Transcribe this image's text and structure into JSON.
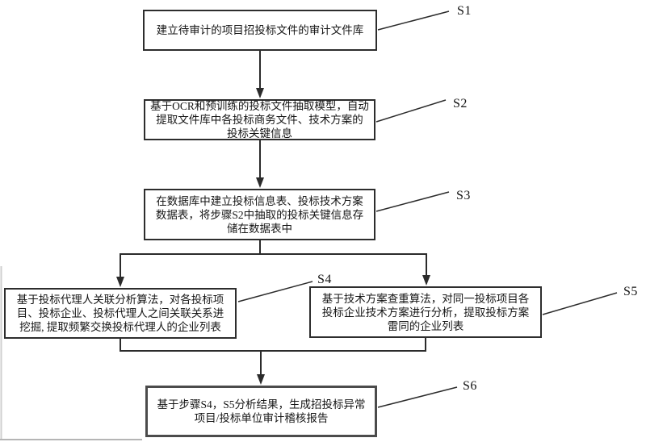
{
  "figure": {
    "background_color": "#ffffff",
    "line_color": "#2b2b2b",
    "text_color": "#161616",
    "frame_color": "#bdbdbd"
  },
  "steps": [
    {
      "label": "S1",
      "text": "建立待审计的项目招投标文件的审计文件库"
    },
    {
      "label": "S2",
      "text": "基于OCR和预训练的投标文件抽取模型，自动\n提取文件库中各投标商务文件、技术方案的\n投标关键信息"
    },
    {
      "label": "S3",
      "text": "在数据库中建立投标信息表、投标技术方案\n数据表，将步骤S2中抽取的投标关键信息存\n储在数据表中"
    },
    {
      "label": "S4",
      "text": "基于投标代理人关联分析算法，对各投标项\n目、投标企业、投标代理人之间关联关系进\n挖掘, 提取频繁交换投标代理人的企业列表"
    },
    {
      "label": "S5",
      "text": "基于技术方案查重算法，对同一投标项目各\n投标企业技术方案进行分析，提取投标方案\n雷同的企业列表"
    },
    {
      "label": "S6",
      "text": "基于步骤S4，S5分析结果，生成招投标异常\n项目/投标单位审计稽核报告"
    }
  ]
}
